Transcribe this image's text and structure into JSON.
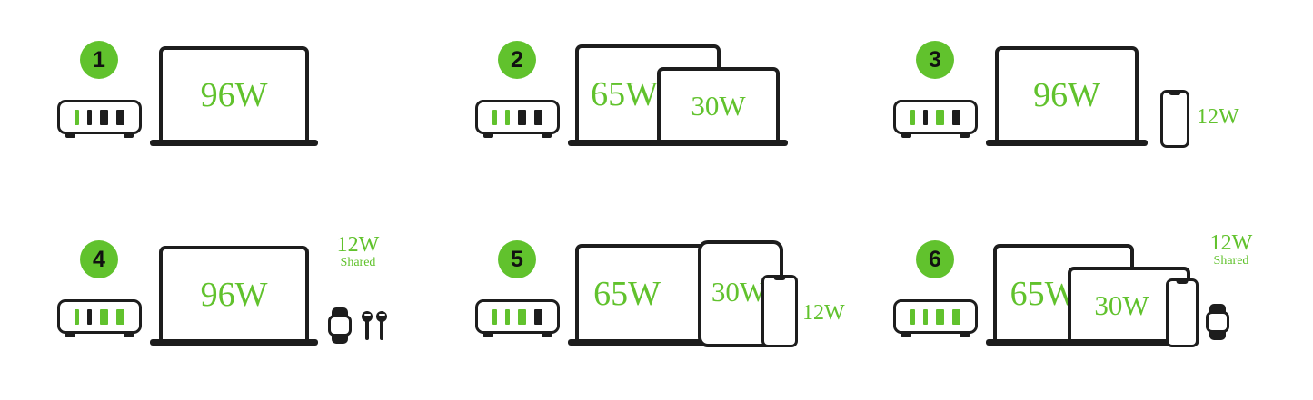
{
  "theme": {
    "green": "#61c22d",
    "dark": "#1d1d1d",
    "background": "#ffffff"
  },
  "scenarios": [
    {
      "number": "1",
      "charger": {
        "ports": [
          {
            "type": "usb-c",
            "state": "active"
          },
          {
            "type": "usb-c",
            "state": "inactive"
          },
          {
            "type": "usb-a",
            "state": "inactive"
          },
          {
            "type": "usb-a",
            "state": "inactive"
          }
        ]
      },
      "devices": [
        {
          "kind": "laptop",
          "size": "large",
          "watts": "96W"
        }
      ]
    },
    {
      "number": "2",
      "charger": {
        "ports": [
          {
            "type": "usb-c",
            "state": "active"
          },
          {
            "type": "usb-c",
            "state": "active"
          },
          {
            "type": "usb-a",
            "state": "inactive"
          },
          {
            "type": "usb-a",
            "state": "inactive"
          }
        ]
      },
      "devices": [
        {
          "kind": "laptop",
          "size": "large",
          "watts": "65W"
        },
        {
          "kind": "laptop",
          "size": "small",
          "watts": "30W"
        }
      ]
    },
    {
      "number": "3",
      "charger": {
        "ports": [
          {
            "type": "usb-c",
            "state": "active"
          },
          {
            "type": "usb-c",
            "state": "inactive"
          },
          {
            "type": "usb-a",
            "state": "active"
          },
          {
            "type": "usb-a",
            "state": "inactive"
          }
        ]
      },
      "devices": [
        {
          "kind": "laptop",
          "size": "large",
          "watts": "96W"
        },
        {
          "kind": "phone",
          "watts": "12W"
        }
      ]
    },
    {
      "number": "4",
      "charger": {
        "ports": [
          {
            "type": "usb-c",
            "state": "active"
          },
          {
            "type": "usb-c",
            "state": "inactive"
          },
          {
            "type": "usb-a",
            "state": "active"
          },
          {
            "type": "usb-a",
            "state": "active"
          }
        ]
      },
      "devices": [
        {
          "kind": "laptop",
          "size": "large",
          "watts": "96W"
        },
        {
          "kind": "watch",
          "watts": "12W",
          "note": "Shared"
        },
        {
          "kind": "earbuds"
        }
      ]
    },
    {
      "number": "5",
      "charger": {
        "ports": [
          {
            "type": "usb-c",
            "state": "active"
          },
          {
            "type": "usb-c",
            "state": "active"
          },
          {
            "type": "usb-a",
            "state": "active"
          },
          {
            "type": "usb-a",
            "state": "inactive"
          }
        ]
      },
      "devices": [
        {
          "kind": "laptop",
          "size": "large",
          "watts": "65W"
        },
        {
          "kind": "tablet",
          "watts": "30W"
        },
        {
          "kind": "phone",
          "watts": "12W"
        }
      ]
    },
    {
      "number": "6",
      "charger": {
        "ports": [
          {
            "type": "usb-c",
            "state": "active"
          },
          {
            "type": "usb-c",
            "state": "active"
          },
          {
            "type": "usb-a",
            "state": "active"
          },
          {
            "type": "usb-a",
            "state": "active"
          }
        ]
      },
      "devices": [
        {
          "kind": "laptop",
          "size": "large",
          "watts": "65W"
        },
        {
          "kind": "laptop",
          "size": "small",
          "watts": "30W"
        },
        {
          "kind": "phone",
          "watts": ""
        },
        {
          "kind": "watch",
          "watts": "12W",
          "note": "Shared"
        }
      ]
    }
  ],
  "labels": {
    "w96": "96W",
    "w65": "65W",
    "w30": "30W",
    "w12": "12W",
    "shared": "Shared"
  }
}
